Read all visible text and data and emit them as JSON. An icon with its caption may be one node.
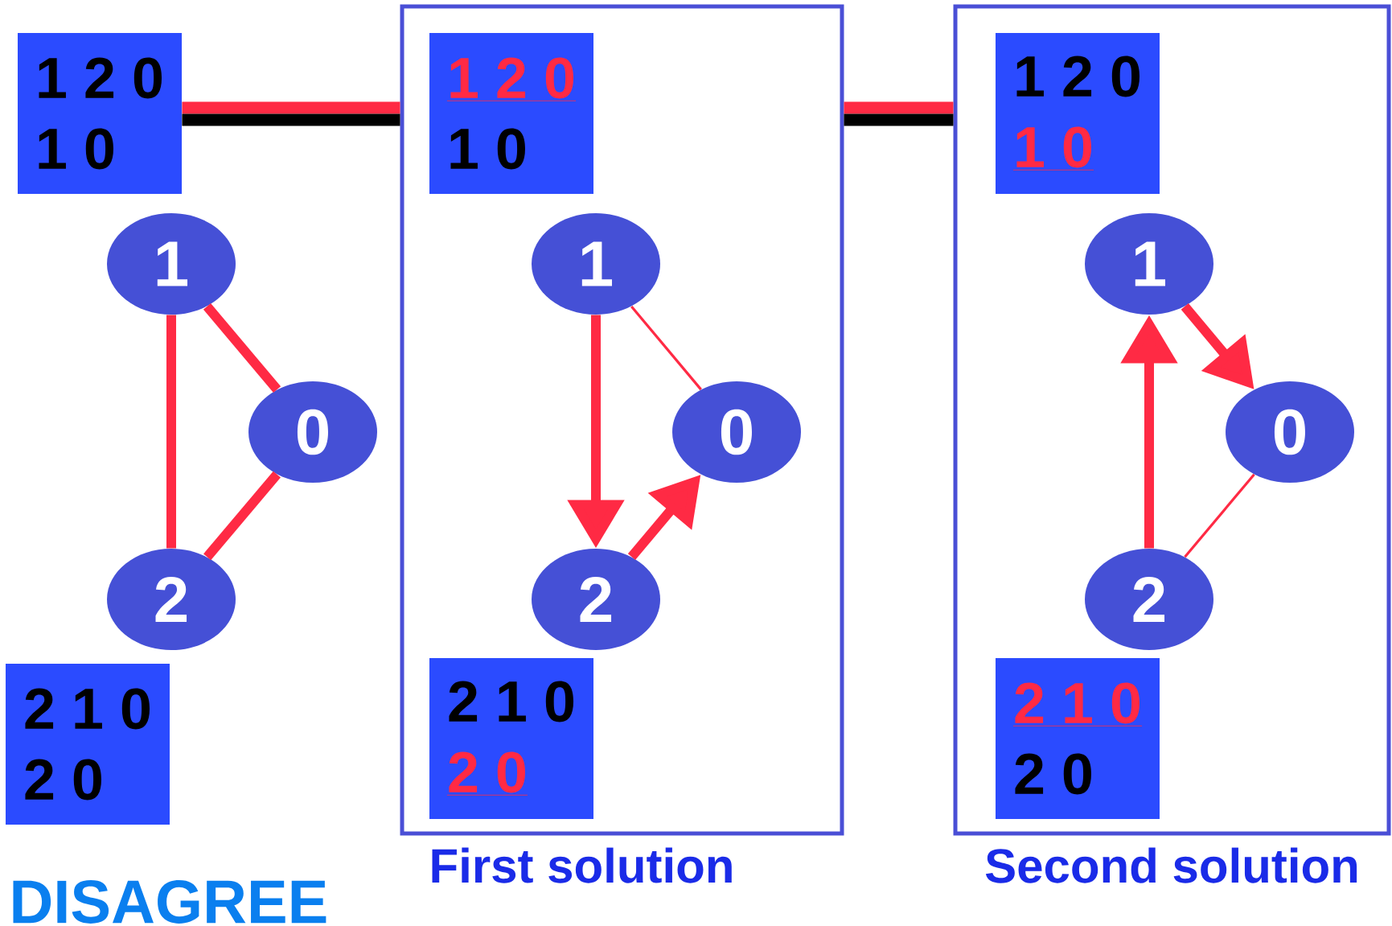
{
  "diagram": {
    "nodes": [
      {
        "text": [
          "1 2 0",
          "1 0"
        ]
      },
      {
        "text": [
          "1"
        ]
      },
      {
        "text": [
          "0"
        ]
      },
      {
        "text": [
          "2"
        ]
      },
      {
        "text": [
          "2 1 0",
          "2 0"
        ]
      },
      {
        "text": [
          "First solution"
        ]
      },
      {
        "text": [
          "1 2 0",
          "1 0"
        ],
        "in": 5
      },
      {
        "text": [
          "1"
        ],
        "in": 5
      },
      {
        "text": [
          "0"
        ],
        "in": 5
      },
      {
        "text": [
          "2"
        ],
        "in": 5
      },
      {
        "text": [
          "2 1 0",
          "2 0"
        ],
        "in": 5
      },
      {
        "text": [
          "Second solution"
        ]
      },
      {
        "text": [
          "1 2 0",
          "1 0"
        ],
        "in": 11
      },
      {
        "text": [
          "1"
        ],
        "in": 11
      },
      {
        "text": [
          "0"
        ],
        "in": 11
      },
      {
        "text": [
          "2"
        ],
        "in": 11
      },
      {
        "text": [
          "2 1 0",
          "2 0"
        ],
        "in": 11
      }
    ],
    "edges": [
      {
        "from": 0,
        "to": 5,
        "arrow": "none"
      },
      {
        "from": 5,
        "to": 11,
        "arrow": "none"
      },
      {
        "from": 1,
        "to": 2,
        "arrow": "none"
      },
      {
        "from": 1,
        "to": 3,
        "arrow": "none"
      },
      {
        "from": 3,
        "to": 2,
        "arrow": "none"
      },
      {
        "from": 7,
        "to": 9,
        "arrow": "to"
      },
      {
        "from": 7,
        "to": 8,
        "arrow": "none"
      },
      {
        "from": 9,
        "to": 8,
        "arrow": "to"
      },
      {
        "from": 15,
        "to": 13,
        "arrow": "to"
      },
      {
        "from": 13,
        "to": 14,
        "arrow": "to"
      },
      {
        "from": 14,
        "to": 15,
        "arrow": "none"
      }
    ],
    "labels": [
      "DISAGREE"
    ]
  }
}
